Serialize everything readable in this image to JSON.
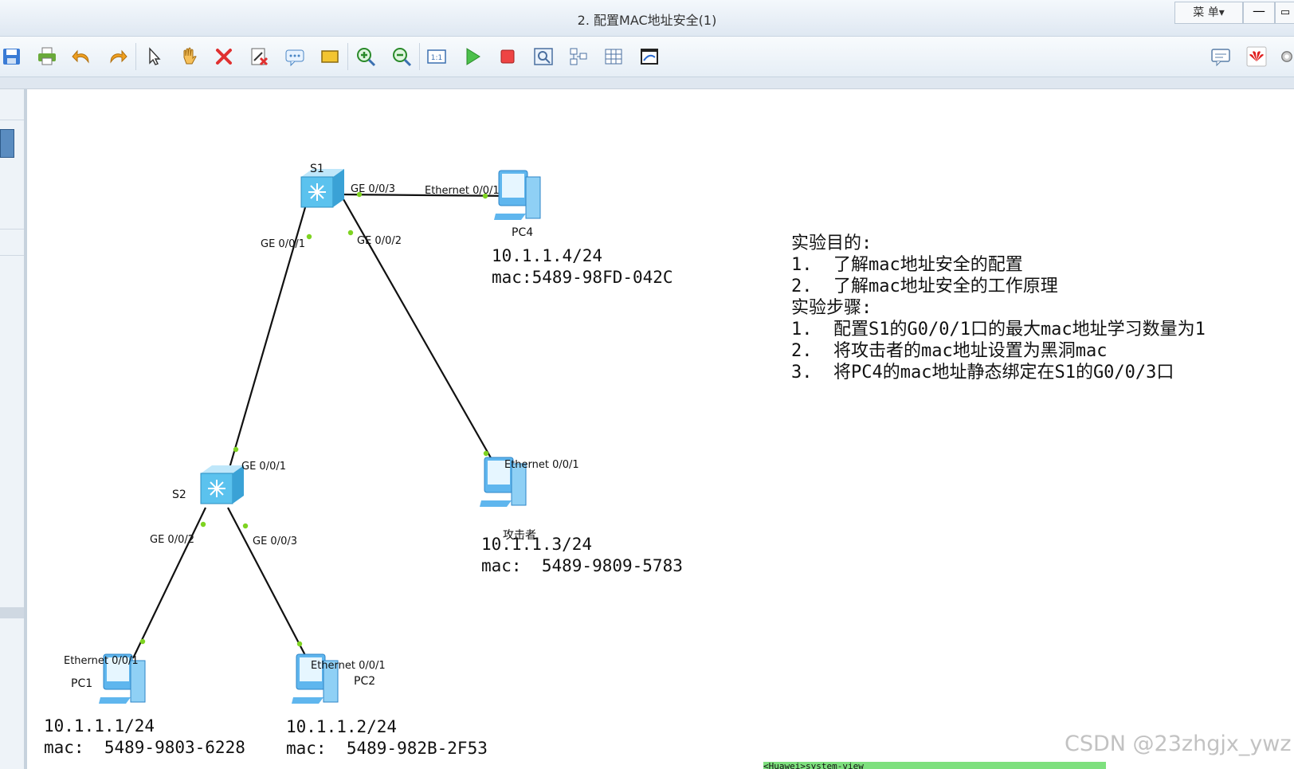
{
  "window": {
    "title": "2. 配置MAC地址安全(1)",
    "menu_label": "菜 单▾",
    "minimize_label": "—",
    "restore_label": "▭"
  },
  "toolbar": {
    "icons": [
      "save-icon",
      "print-icon",
      "undo-icon",
      "redo-icon",
      "select-icon",
      "hand-icon",
      "delete-icon",
      "delete-link-icon",
      "text-icon",
      "rectangle-icon",
      "zoom-in-icon",
      "zoom-out-icon",
      "fit-icon",
      "start-icon",
      "stop-icon",
      "capture-icon",
      "topology-icon",
      "grid-icon",
      "palette-icon",
      "chat-icon",
      "huawei-icon",
      "settings-icon"
    ]
  },
  "topology": {
    "devices": {
      "s1": "S1",
      "s2": "S2",
      "pc1": "PC1",
      "pc2": "PC2",
      "pc4": "PC4",
      "attacker": "攻击者"
    },
    "ports": {
      "s1_g3": "GE 0/0/3",
      "pc4_e1": "Ethernet 0/0/1",
      "s1_g1": "GE 0/0/1",
      "s1_g2": "GE 0/0/2",
      "s2_g1": "GE 0/0/1",
      "attacker_e1": "Ethernet 0/0/1",
      "s2_g2": "GE 0/0/2",
      "s2_g3": "GE 0/0/3",
      "pc1_e1": "Ethernet 0/0/1",
      "pc2_e1": "Ethernet 0/0/1"
    },
    "info": {
      "pc4_ip": "10.1.1.4/24",
      "pc4_mac": "mac:5489-98FD-042C",
      "attacker_ip": "10.1.1.3/24",
      "attacker_mac": "mac:  5489-9809-5783",
      "pc1_ip": "10.1.1.1/24",
      "pc1_mac": "mac:  5489-9803-6228",
      "pc2_ip": "10.1.1.2/24",
      "pc2_mac": "mac:  5489-982B-2F53"
    }
  },
  "notes": {
    "goal_heading": "实验目的:",
    "goal_1": "1.  了解mac地址安全的配置",
    "goal_2": "2.  了解mac地址安全的工作原理",
    "steps_heading": "实验步骤:",
    "step_1": "1.  配置S1的G0/0/1口的最大mac地址学习数量为1",
    "step_2": "2.  将攻击者的mac地址设置为黑洞mac",
    "step_3": "3.  将PC4的mac地址静态绑定在S1的G0/0/3口"
  },
  "console_text": "<Huawei>system-view",
  "watermark": "CSDN @23zhgjx_ywz",
  "colors": {
    "link": "#111111",
    "port_dot": "#7ed321",
    "switch": "#5bc2ee",
    "pc": "#5fb6ee",
    "console": "#7ee07e"
  }
}
